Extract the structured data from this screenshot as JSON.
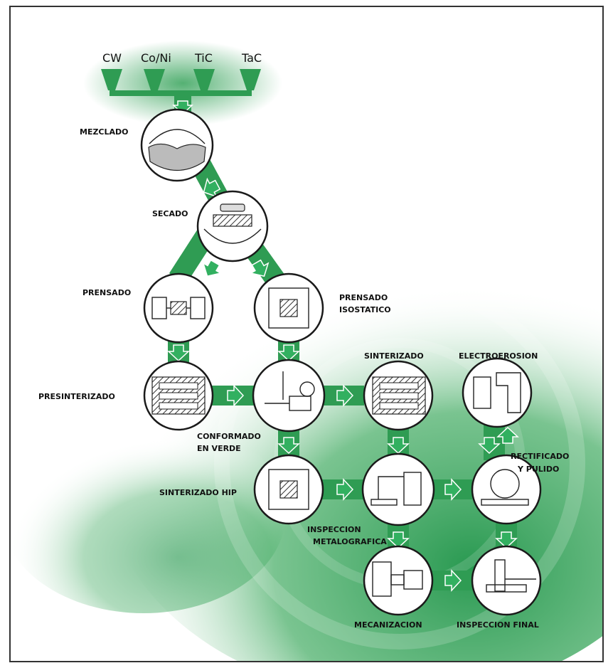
{
  "inputs": [
    "CW",
    "Co/Ni",
    "TiC",
    "TaC"
  ],
  "steps": {
    "mezclado": "MEZCLADO",
    "secado": "SECADO",
    "prensado": "PRENSADO",
    "prensado_iso_1": "PRENSADO",
    "prensado_iso_2": "ISOSTATICO",
    "presinterizado": "PRESINTERIZADO",
    "conformado_1": "CONFORMADO",
    "conformado_2": "EN VERDE",
    "sinterizado": "SINTERIZADO",
    "electroerosion": "ELECTROEROSION",
    "rectificado_1": "RECTIFICADO",
    "rectificado_2": "Y PULIDO",
    "sinterizado_hip": "SINTERIZADO HIP",
    "inspeccion_1": "INSPECCION",
    "inspeccion_2": "METALOGRAFICA",
    "mecanizacion": "MECANIZACION",
    "inspeccion_final": "INSPECCION FINAL"
  },
  "colors": {
    "pipe": "#2f9c53",
    "arrow": "#32b060",
    "glow": "#1e9448",
    "outline": "#1a1a1a"
  }
}
